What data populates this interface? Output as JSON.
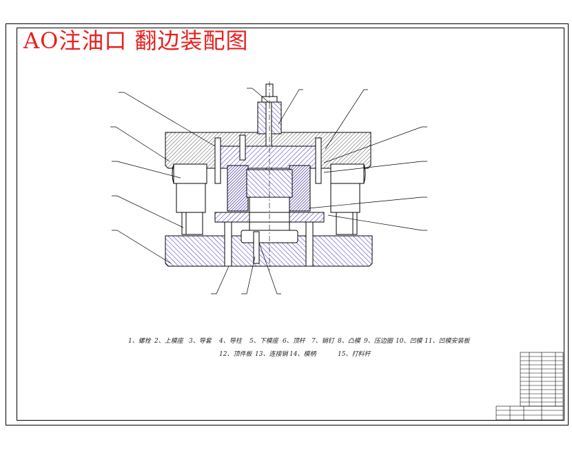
{
  "title": "AO注油口 翻边装配图",
  "parts_row1": [
    "1、螺栓",
    "2、上模座",
    "3、导套",
    "4、导柱",
    "5、下模座",
    "6、顶杆",
    "7、销钉",
    "8、凸模",
    "9、压边圈",
    "10、凹模",
    "11、凹模安装板"
  ],
  "parts_row2": [
    "12、顶件板",
    "13、连接销",
    "14、模柄",
    "15、打料杆"
  ],
  "colors": {
    "title": "#e8201e",
    "hatch": "#5a3fd0",
    "line": "#000000"
  }
}
